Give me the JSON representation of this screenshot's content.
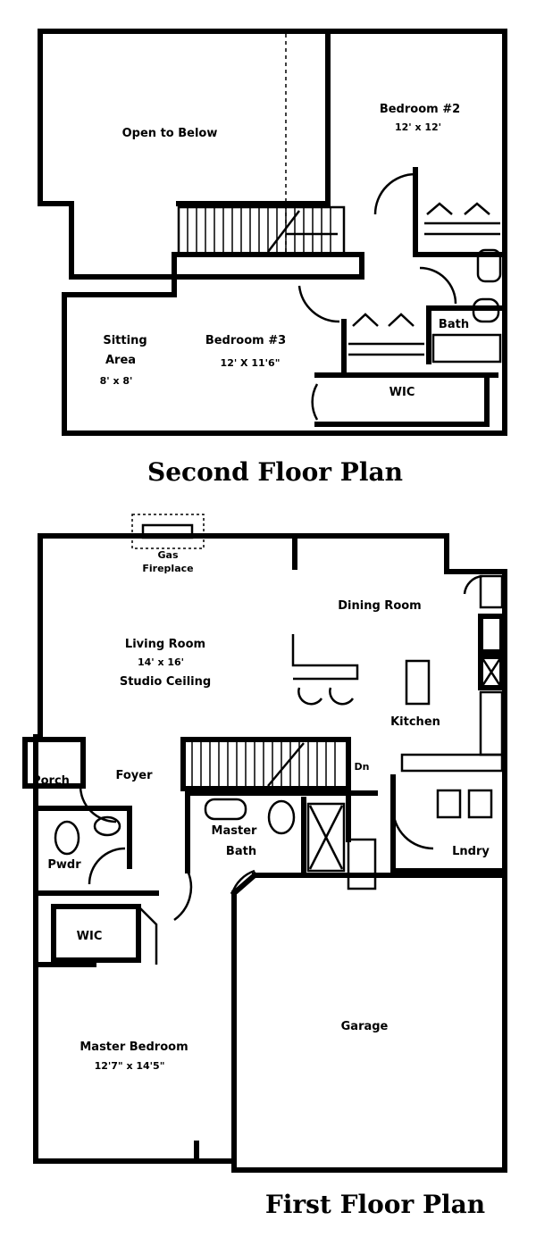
{
  "second_floor": {
    "title": "Second Floor Plan",
    "rooms": {
      "open_to_below": "Open to Below",
      "bedroom2_name": "Bedroom #2",
      "bedroom2_size": "12' x 12'",
      "sitting_name": "Sitting",
      "sitting_name2": "Area",
      "sitting_size": "8' x 8'",
      "bedroom3_name": "Bedroom #3",
      "bedroom3_size": "12' X 11'6\"",
      "bath": "Bath",
      "wic": "WIC"
    }
  },
  "first_floor": {
    "title": "First Floor Plan",
    "rooms": {
      "gas_fireplace_1": "Gas",
      "gas_fireplace_2": "Fireplace",
      "dining_room": "Dining Room",
      "living_name": "Living Room",
      "living_size": "14' x 16'",
      "living_note": "Studio Ceiling",
      "kitchen": "Kitchen",
      "porch": "Porch",
      "foyer": "Foyer",
      "dn": "Dn",
      "powder": "Pwdr",
      "master_bath_1": "Master",
      "master_bath_2": "Bath",
      "laundry": "Lndry",
      "wic": "WIC",
      "garage": "Garage",
      "master_bed_name": "Master Bedroom",
      "master_bed_size": "12'7\" x 14'5\""
    }
  }
}
